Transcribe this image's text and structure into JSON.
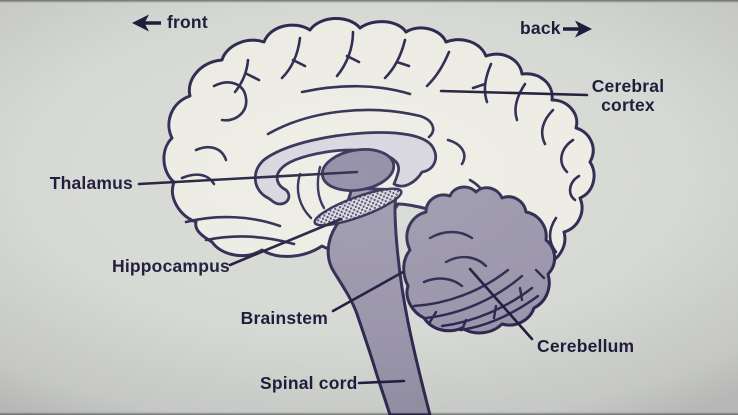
{
  "diagram": {
    "subject": "Human brain sagittal section diagram",
    "direction_indicators": {
      "front": "front",
      "back": "back"
    },
    "labels": {
      "cerebral_cortex": "Cerebral cortex",
      "thalamus": "Thalamus",
      "hippocampus": "Hippocampus",
      "brainstem": "Brainstem",
      "spinal_cord": "Spinal cord",
      "cerebellum": "Cerebellum"
    },
    "colors": {
      "background": "#d7d9d4",
      "brain_fill": "#edece4",
      "outline": "#2e2950",
      "structure_fill": "#9b96ab",
      "thalamus_fill": "#8d88a2",
      "callosum_fill": "#d7d5dd",
      "text": "#201c3c"
    }
  }
}
